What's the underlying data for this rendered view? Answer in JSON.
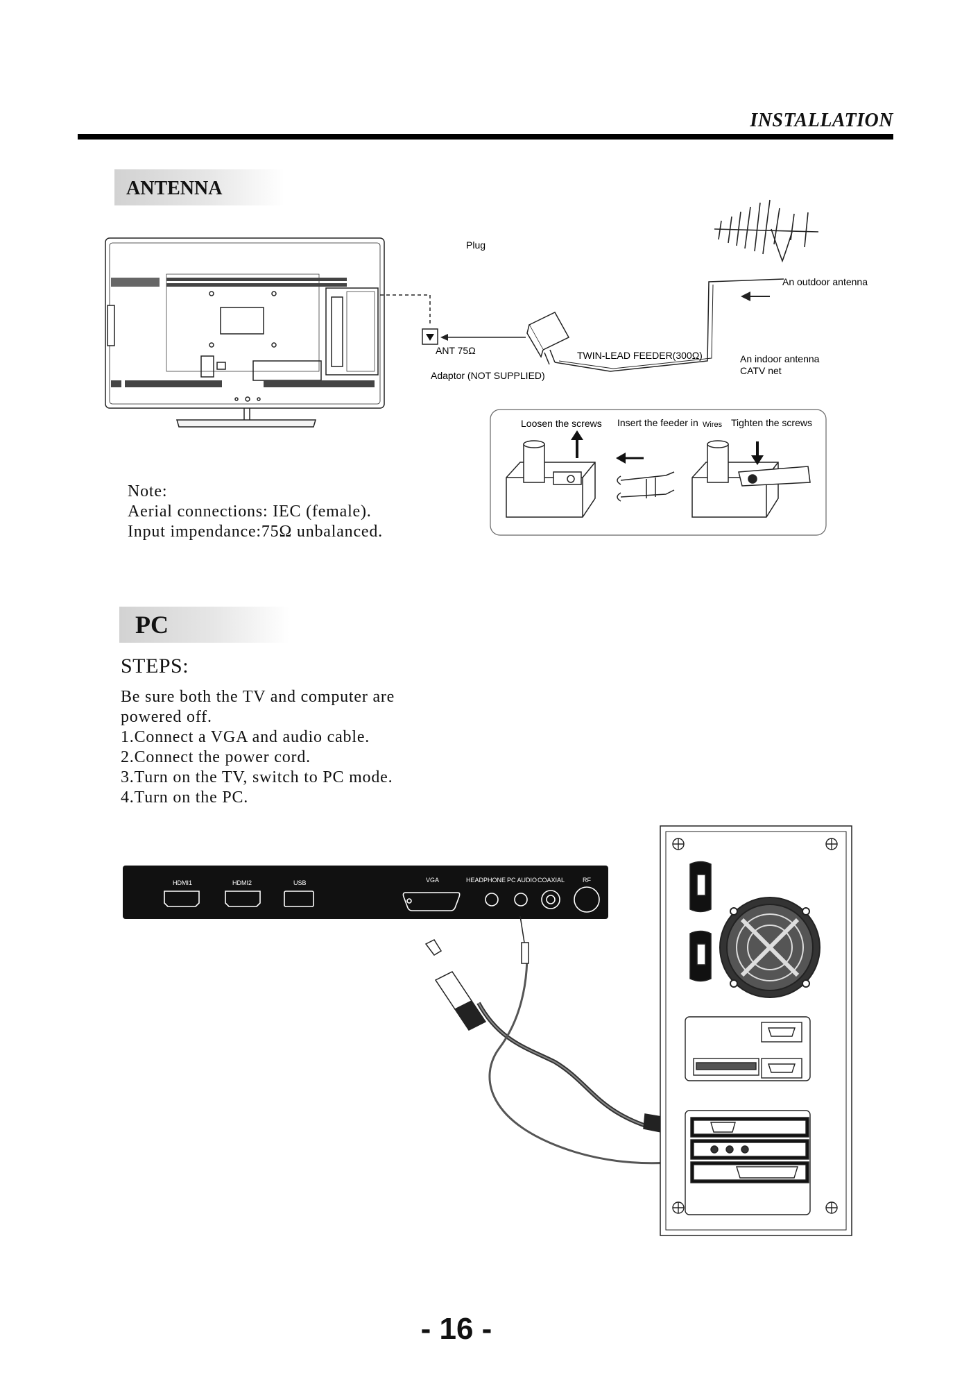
{
  "header": {
    "title": "INSTALLATION"
  },
  "antenna": {
    "section_title": "ANTENNA",
    "labels": {
      "plug": "Plug",
      "outdoor": "An outdoor antenna",
      "ant": "ANT 75Ω",
      "feeder": "TWIN-LEAD FEEDER(300Ω)",
      "adaptor": "Adaptor  (NOT SUPPLIED)",
      "indoor_line1": "An indoor antenna",
      "indoor_line2": "CATV net",
      "loosen": "Loosen the screws",
      "insert": "Insert the feeder in",
      "wires": "Wires",
      "tighten": "Tighten the screws"
    },
    "note": {
      "title": "Note:",
      "line1": "Aerial connections: IEC (female).",
      "line2": "Input impendance:75Ω  unbalanced."
    }
  },
  "pc": {
    "section_title": "PC",
    "steps_title": "STEPS:",
    "steps": [
      "Be sure both the TV and computer are",
      "powered off.",
      "1.Connect a VGA and audio cable.",
      "2.Connect the power cord.",
      "3.Turn on the TV, switch  to PC mode.",
      "4.Turn on the PC."
    ],
    "ports": {
      "hdmi1": "HDMI1",
      "hdmi2": "HDMI2",
      "usb": "USB",
      "vga": "VGA",
      "headphone": "HEADPHONE",
      "pc_audio": "PC AUDIO",
      "coaxial": "COAXIAL",
      "rf": "RF"
    }
  },
  "footer": {
    "page_number": "- 16 -"
  }
}
